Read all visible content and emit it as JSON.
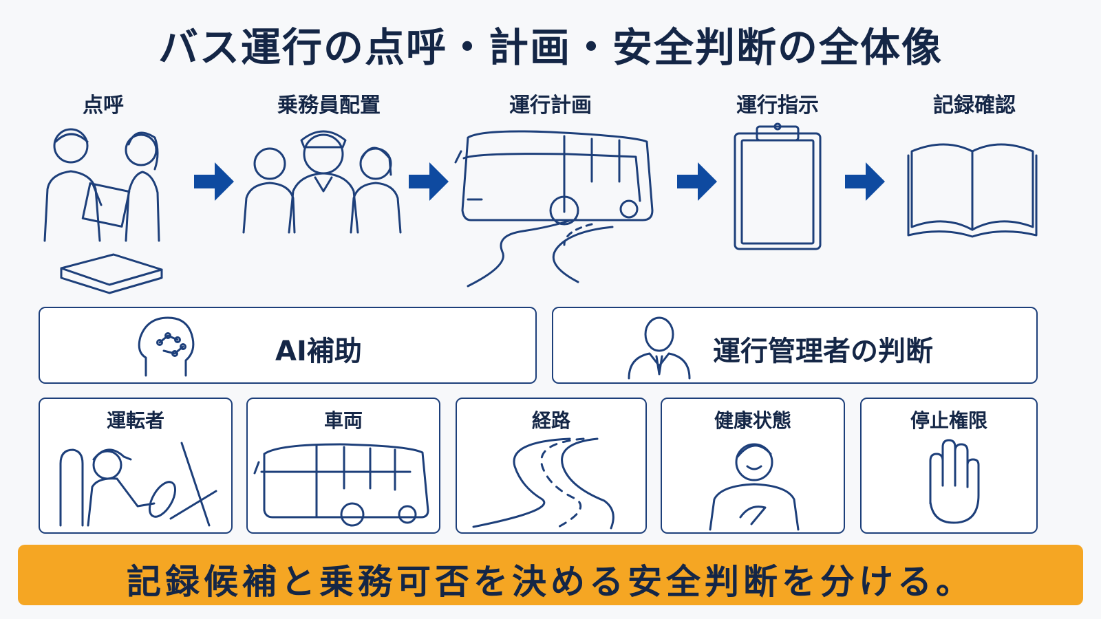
{
  "title": "バス運行の点呼・計画・安全判断の全体像",
  "flow": {
    "steps": [
      {
        "label": "点呼",
        "icon": "roll-call-icon"
      },
      {
        "label": "乗務員配置",
        "icon": "crew-icon"
      },
      {
        "label": "運行計画",
        "icon": "bus-route-icon"
      },
      {
        "label": "運行指示",
        "icon": "clipboard-icon"
      },
      {
        "label": "記録確認",
        "icon": "open-book-icon"
      }
    ],
    "arrow_color": "#0e4aa0"
  },
  "panels": {
    "ai": {
      "label": "AI補助",
      "icon": "ai-brain-icon"
    },
    "manager": {
      "label": "運行管理者の判断",
      "icon": "manager-icon"
    }
  },
  "factors": [
    {
      "label": "運転者",
      "icon": "driver-icon"
    },
    {
      "label": "車両",
      "icon": "bus-icon"
    },
    {
      "label": "経路",
      "icon": "road-icon"
    },
    {
      "label": "健康状態",
      "icon": "health-person-icon"
    },
    {
      "label": "停止権限",
      "icon": "stop-hand-icon"
    }
  ],
  "banner": {
    "text": "記録候補と乗務可否を決める安全判断を分ける。",
    "color": "#f5a623"
  },
  "colors": {
    "line": "#1d3f7a",
    "text": "#142646"
  }
}
